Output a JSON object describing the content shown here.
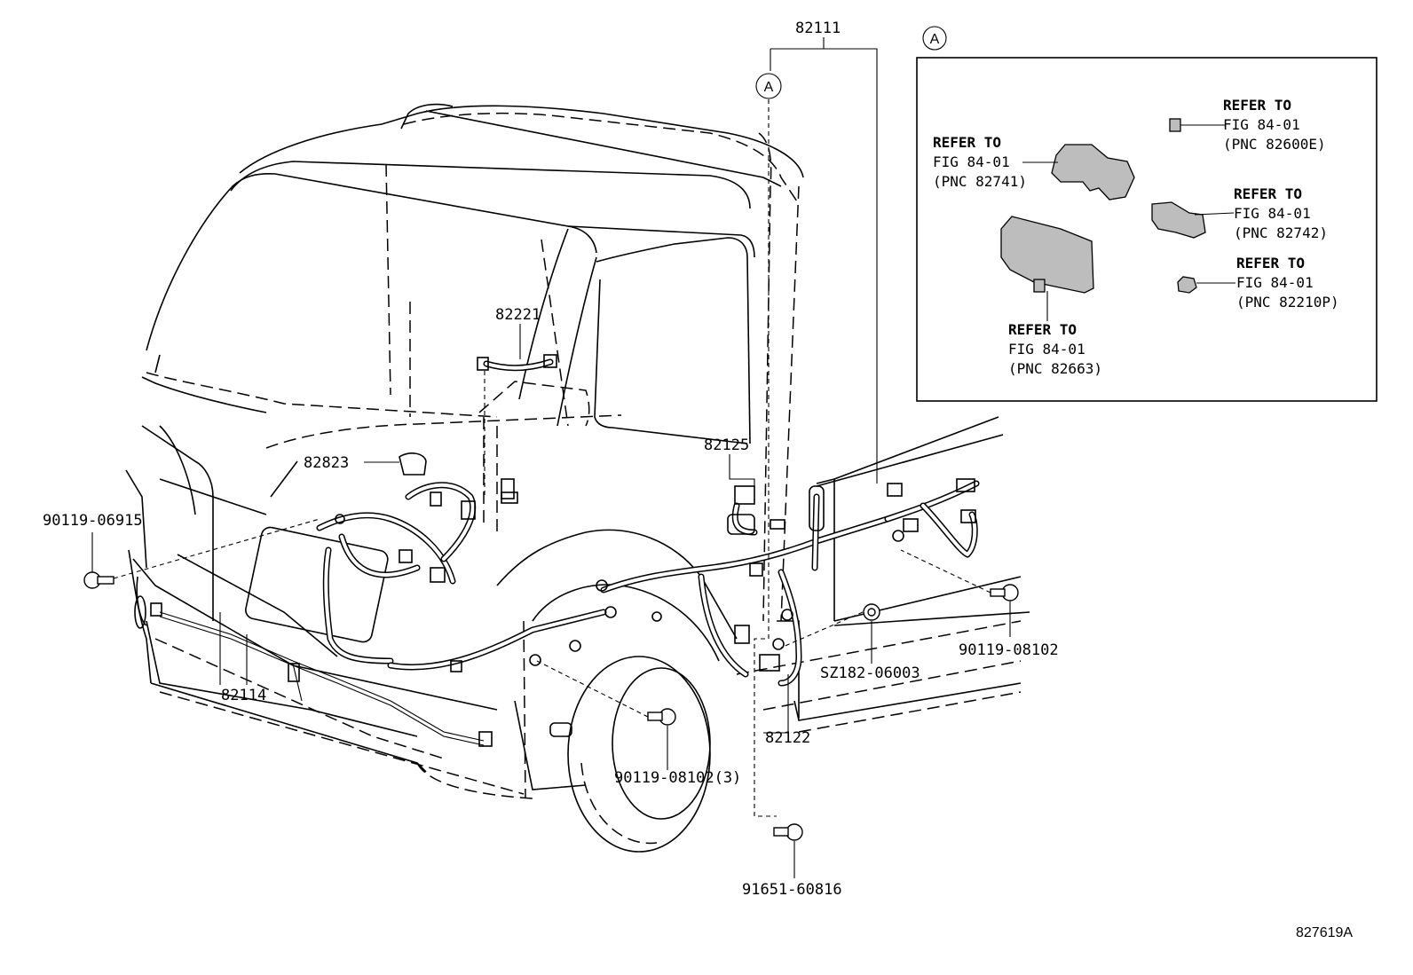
{
  "figure_id": "827619A",
  "callout_letter": "A",
  "parts": {
    "p82111": "82111",
    "p82221": "82221",
    "p82823": "82823",
    "p82125": "82125",
    "p82114": "82114",
    "p82122": "82122",
    "p90119_06915": "90119-06915",
    "p90119_08102": "90119-08102",
    "p90119_08102_3": "90119-08102(3)",
    "pSZ182_06003": "SZ182-06003",
    "p91651_60816": "91651-60816"
  },
  "detail": {
    "letter": "A",
    "refs": [
      {
        "line1": "REFER TO",
        "line2": "FIG 84-01",
        "line3": "(PNC 82600E)"
      },
      {
        "line1": "REFER TO",
        "line2": "FIG 84-01",
        "line3": "(PNC 82741)"
      },
      {
        "line1": "REFER TO",
        "line2": "FIG 84-01",
        "line3": "(PNC 82742)"
      },
      {
        "line1": "REFER TO",
        "line2": "FIG 84-01",
        "line3": "(PNC 82210P)"
      },
      {
        "line1": "REFER TO",
        "line2": "FIG 84-01",
        "line3": "(PNC 82663)"
      }
    ]
  }
}
